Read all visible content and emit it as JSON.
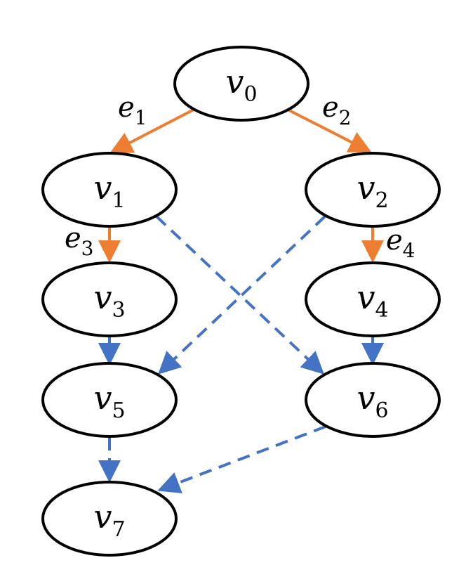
{
  "colors": {
    "solid_edge": "#ED7D31",
    "dashed_edge": "#4472C4",
    "node_stroke": "#000000"
  },
  "nodes": [
    {
      "id": "v0",
      "letter": "v",
      "sub": "0"
    },
    {
      "id": "v1",
      "letter": "v",
      "sub": "1"
    },
    {
      "id": "v2",
      "letter": "v",
      "sub": "2"
    },
    {
      "id": "v3",
      "letter": "v",
      "sub": "3"
    },
    {
      "id": "v4",
      "letter": "v",
      "sub": "4"
    },
    {
      "id": "v5",
      "letter": "v",
      "sub": "5"
    },
    {
      "id": "v6",
      "letter": "v",
      "sub": "6"
    },
    {
      "id": "v7",
      "letter": "v",
      "sub": "7"
    }
  ],
  "edges": [
    {
      "from": "v0",
      "to": "v1",
      "style": "solid",
      "label": {
        "letter": "e",
        "sub": "1"
      }
    },
    {
      "from": "v0",
      "to": "v2",
      "style": "solid",
      "label": {
        "letter": "e",
        "sub": "2"
      }
    },
    {
      "from": "v1",
      "to": "v3",
      "style": "solid",
      "label": {
        "letter": "e",
        "sub": "3"
      }
    },
    {
      "from": "v2",
      "to": "v4",
      "style": "solid",
      "label": {
        "letter": "e",
        "sub": "4"
      }
    },
    {
      "from": "v1",
      "to": "v6",
      "style": "dashed"
    },
    {
      "from": "v2",
      "to": "v5",
      "style": "dashed"
    },
    {
      "from": "v3",
      "to": "v5",
      "style": "dashed"
    },
    {
      "from": "v4",
      "to": "v6",
      "style": "dashed"
    },
    {
      "from": "v5",
      "to": "v7",
      "style": "dashed"
    },
    {
      "from": "v6",
      "to": "v7",
      "style": "dashed"
    }
  ]
}
